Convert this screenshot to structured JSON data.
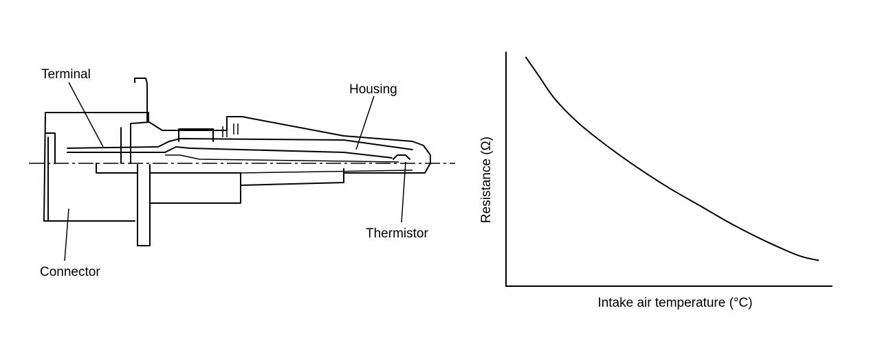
{
  "sensor_diagram": {
    "labels": {
      "terminal": "Terminal",
      "housing": "Housing",
      "thermistor": "Thermistor",
      "connector": "Connector"
    }
  },
  "chart_data": {
    "type": "line",
    "title": "",
    "xlabel": "Intake air temperature (°C)",
    "ylabel": "Resistance (Ω)",
    "x_ticks": [],
    "y_ticks": [],
    "grid": false,
    "legend": "none",
    "series": [
      {
        "x": [
          0.06,
          0.1,
          0.15,
          0.22,
          0.3,
          0.4,
          0.5,
          0.6,
          0.7,
          0.8,
          0.9,
          0.96
        ],
        "values": [
          0.98,
          0.9,
          0.8,
          0.7,
          0.61,
          0.51,
          0.42,
          0.34,
          0.26,
          0.19,
          0.13,
          0.11
        ]
      }
    ],
    "xlim": [
      0,
      1
    ],
    "ylim": [
      0,
      1
    ],
    "colors": {
      "line": "#000000",
      "axis": "#000000"
    }
  }
}
